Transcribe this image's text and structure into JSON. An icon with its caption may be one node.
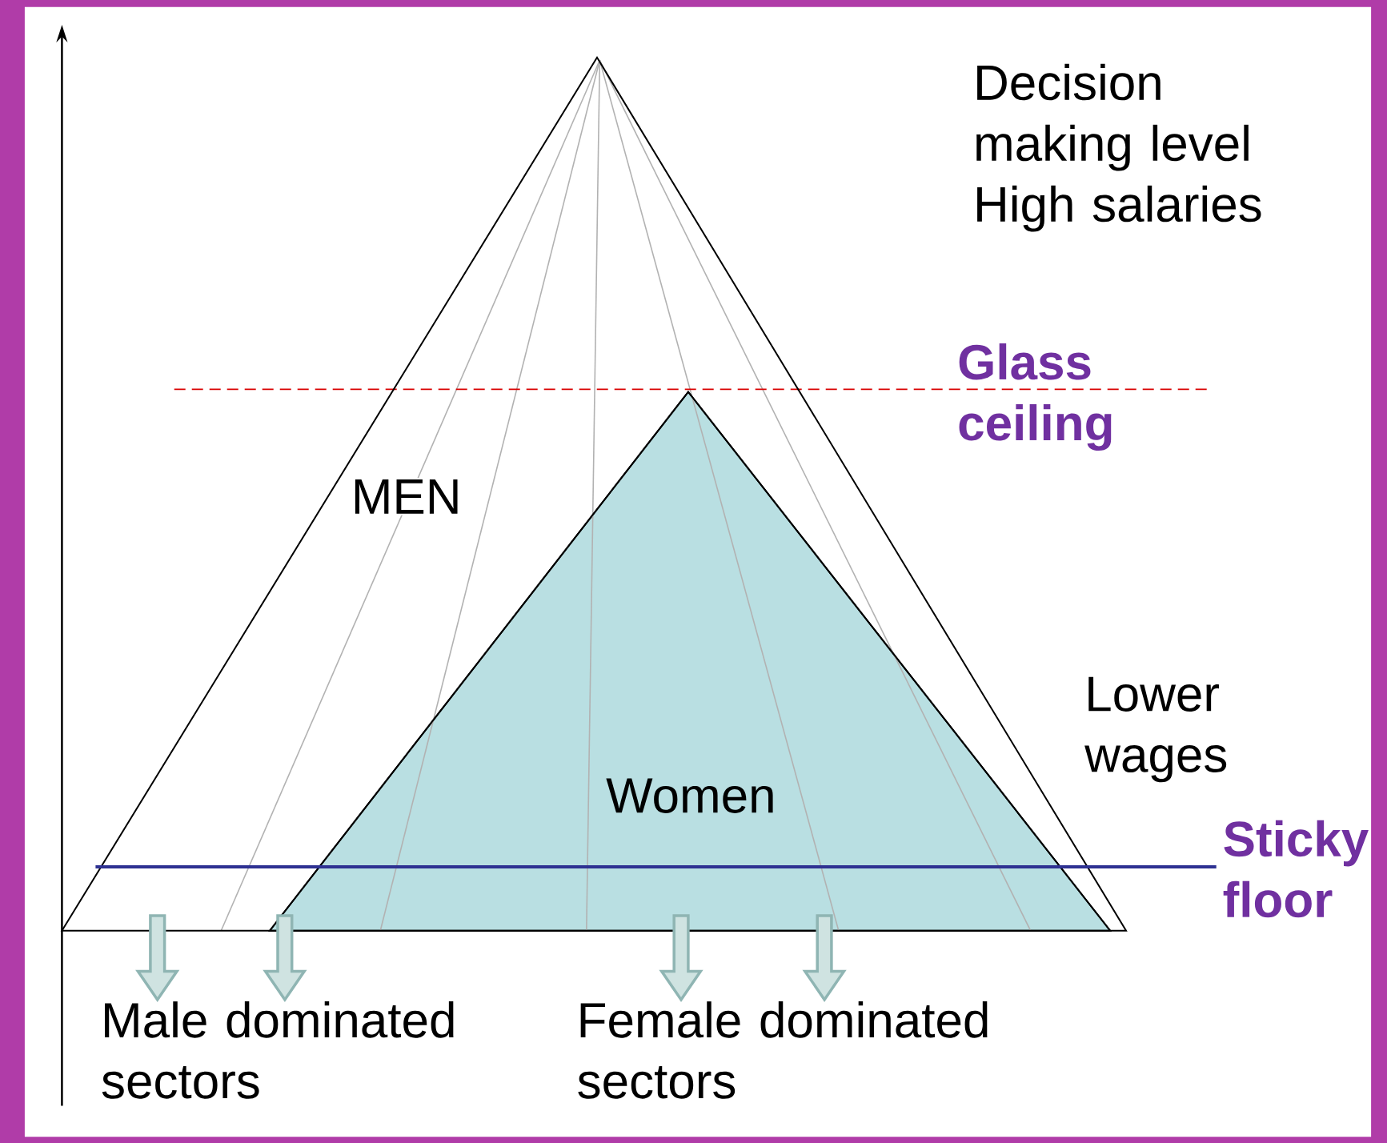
{
  "diagram": {
    "nodes": [
      {
        "text": [
          "MEN"
        ]
      },
      {
        "text": [
          "Women"
        ],
        "in": 0
      },
      {
        "text": [
          "Male dominated sectors"
        ]
      },
      {
        "text": [
          "Female dominated sectors"
        ]
      }
    ],
    "edges": [
      {
        "from": null,
        "to": 2,
        "arrow": "to"
      },
      {
        "from": null,
        "to": 2,
        "arrow": "to"
      },
      {
        "from": null,
        "to": 3,
        "arrow": "to"
      },
      {
        "from": null,
        "to": 3,
        "arrow": "to"
      }
    ],
    "labels": [
      "Decision making level High salaries",
      "Glass ceiling",
      "Lower wages",
      "Sticky floor"
    ]
  }
}
